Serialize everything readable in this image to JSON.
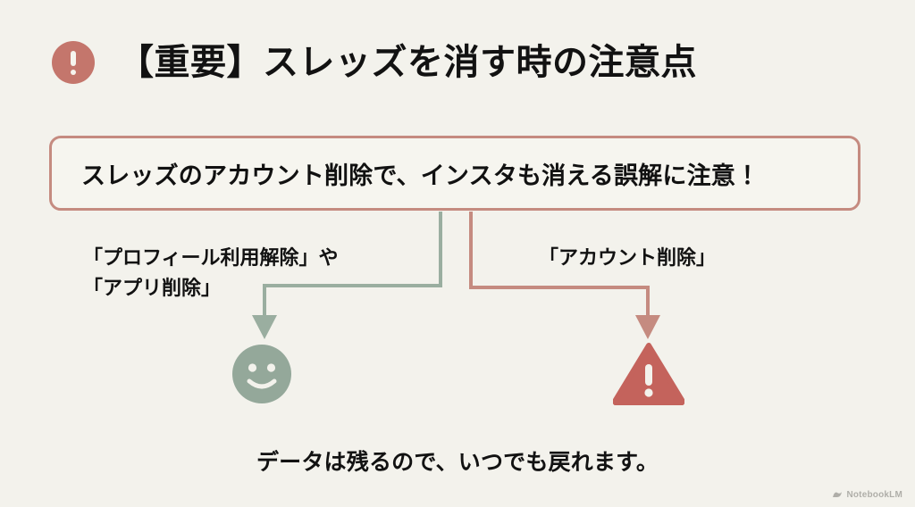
{
  "slide": {
    "background_color": "#f3f2ec",
    "title": "【重要】スレッズを消す時の注意点",
    "title_icon": "exclamation-circle-icon"
  },
  "callout": {
    "text": "スレッズのアカウント削除で、インスタも消える誤解に注意！",
    "border_color": "#c58b80",
    "fill_color": "#f6f5ef"
  },
  "branches": {
    "left": {
      "label_line1": "「プロフィール利用解除」や",
      "label_line2": "「アプリ削除」",
      "connector_color": "#9aaea0",
      "outcome_icon": "smiley-face-icon",
      "outcome_icon_color": "#94a89a"
    },
    "right": {
      "label_line1": "「アカウント削除」",
      "connector_color": "#c58b80",
      "outcome_icon": "warning-triangle-icon",
      "outcome_icon_color": "#c4635c"
    }
  },
  "caption": {
    "text": "データは残るので、いつでも戻れます。"
  },
  "watermark": {
    "label": "NotebookLM",
    "icon": "notebooklm-logo-icon"
  },
  "colors": {
    "accent_red": "#c4766c",
    "accent_green": "#94a89a",
    "text": "#121212",
    "background": "#f3f2ec"
  }
}
